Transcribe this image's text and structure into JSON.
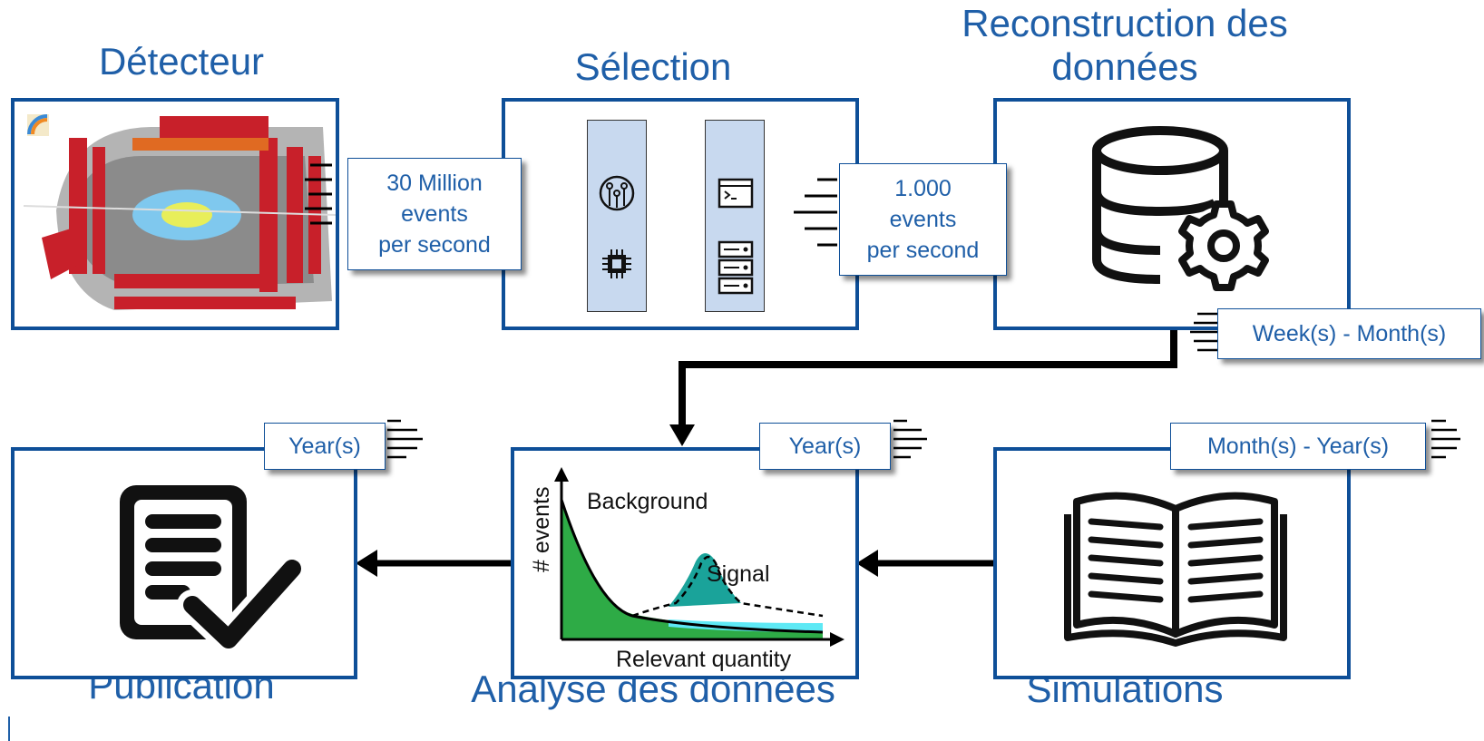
{
  "titles": {
    "detector": "Détecteur",
    "selection": "Sélection",
    "reconstruction_line1": "Reconstruction des",
    "reconstruction_line2": "données",
    "publication": "Publication",
    "analysis": "Analyse des données",
    "simulations": "Simulations"
  },
  "tags": {
    "rate_in_1": "30 Million",
    "rate_in_2": "events",
    "rate_in_3": "per second",
    "rate_out_1": "1.000",
    "rate_out_2": "events",
    "rate_out_3": "per second",
    "reco_time": "Week(s) - Month(s)",
    "publication_time": "Year(s)",
    "analysis_time": "Year(s)",
    "simulation_time": "Month(s) - Year(s)"
  },
  "plot": {
    "ylabel": "# events",
    "xlabel": "Relevant quantity",
    "background_label": "Background",
    "signal_label": "Signal"
  },
  "colors": {
    "title_blue": "#1f5fa8",
    "box_border": "#0e4f98",
    "panel_fill": "#c8d9ef",
    "background_green": "#2eab46",
    "signal_teal": "#1aa39a",
    "tail_cyan": "#5ee9f5",
    "detector_red": "#c8202a"
  },
  "icons": [
    "detector-image",
    "circuit-icon",
    "chip-icon",
    "terminal-icon",
    "server-rack-icon",
    "database-gear-icon",
    "document-check-icon",
    "open-book-icon"
  ]
}
